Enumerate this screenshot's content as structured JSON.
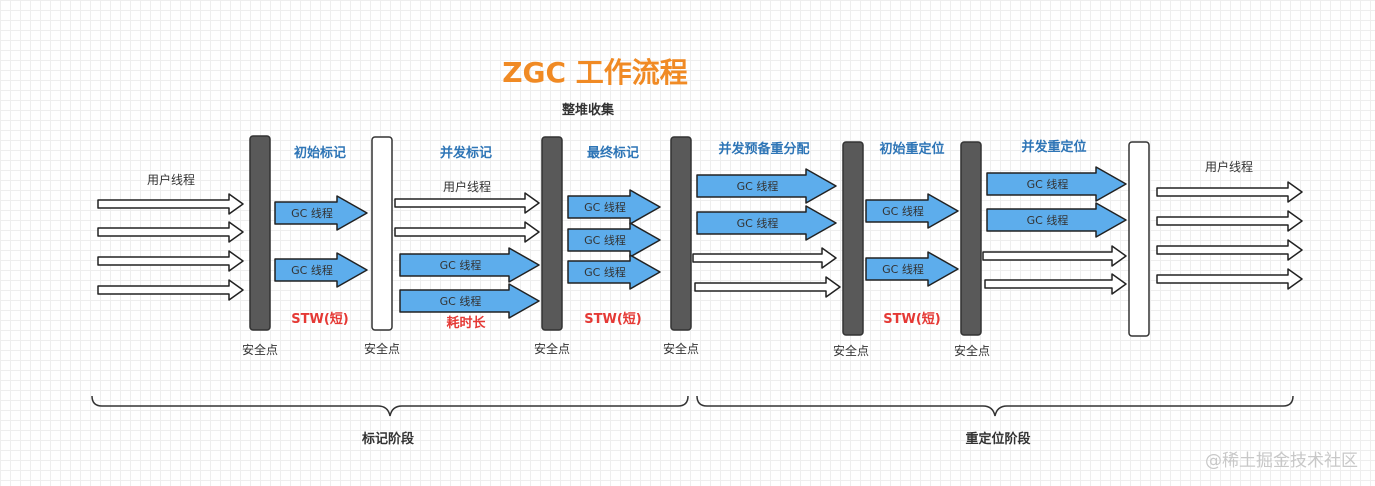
{
  "title": "ZGC 工作流程",
  "subtitle": "整堆收集",
  "watermark": "@稀土掘金技术社区",
  "colors": {
    "title": "#F08A24",
    "phase_label": "#2E75B6",
    "stw_label": "#E53935",
    "gc_arrow": "#5DADEC",
    "dark_bar": "#595959",
    "text": "#333333"
  },
  "labels": {
    "user_thread": "用户线程",
    "gc_thread": "GC 线程",
    "safepoint": "安全点",
    "stw_short": "STW(短)",
    "time_consuming": "耗时长"
  },
  "phases": [
    "初始标记",
    "并发标记",
    "最终标记",
    "并发预备重分配",
    "初始重定位",
    "并发重定位"
  ],
  "stages": [
    "标记阶段",
    "重定位阶段"
  ]
}
